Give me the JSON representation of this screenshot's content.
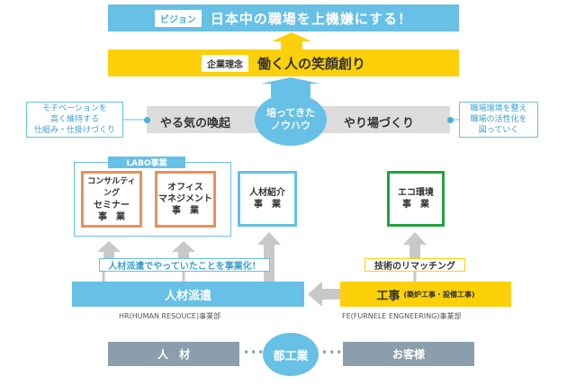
{
  "vision": {
    "tag": "ビジョン",
    "text": "日本中の職場を上機嫌にする！"
  },
  "philosophy": {
    "tag": "企業理念",
    "text": "働く人の笑顔創り"
  },
  "middle": {
    "left_label": "やる気の喚起",
    "right_label": "やり場づくり",
    "center_line1": "培ってきた",
    "center_line2": "ノウハウ",
    "left_note": [
      "モチベーションを",
      "高く維持する",
      "仕組み・仕掛けづくり"
    ],
    "right_note": [
      "職場環境を整え",
      "職場の活性化を",
      "図っていく"
    ]
  },
  "labo": {
    "title": "LABO事業",
    "consulting": [
      "コンサルティング",
      "セミナー",
      "事　業"
    ],
    "office": [
      "オフィス",
      "マネジメント",
      "事　業"
    ]
  },
  "staffing": [
    "人材紹介",
    "事　業"
  ],
  "eco": [
    "エコ環境",
    "事　業"
  ],
  "dispatch_label": "人材派遣でやっていたことを事業化！",
  "rematch_label": "技術のリマッチング",
  "hr": {
    "title": "人材派遣",
    "caption": "HR(HUMAN RESOUCE)事業部"
  },
  "fe": {
    "title": "工事",
    "sub": "(築炉工事・設備工事)",
    "caption": "FE(FURNELE ENGNEERING)事業部"
  },
  "bottom": {
    "left": "人　材",
    "center": "都工業",
    "right": "お客様"
  },
  "colors": {
    "blue": "#67c0e6",
    "yellow": "#fcd10a",
    "orange": "#e8905a",
    "green": "#22a33b",
    "grey": "#8a9fab",
    "arrow": "#c8c8c8"
  }
}
